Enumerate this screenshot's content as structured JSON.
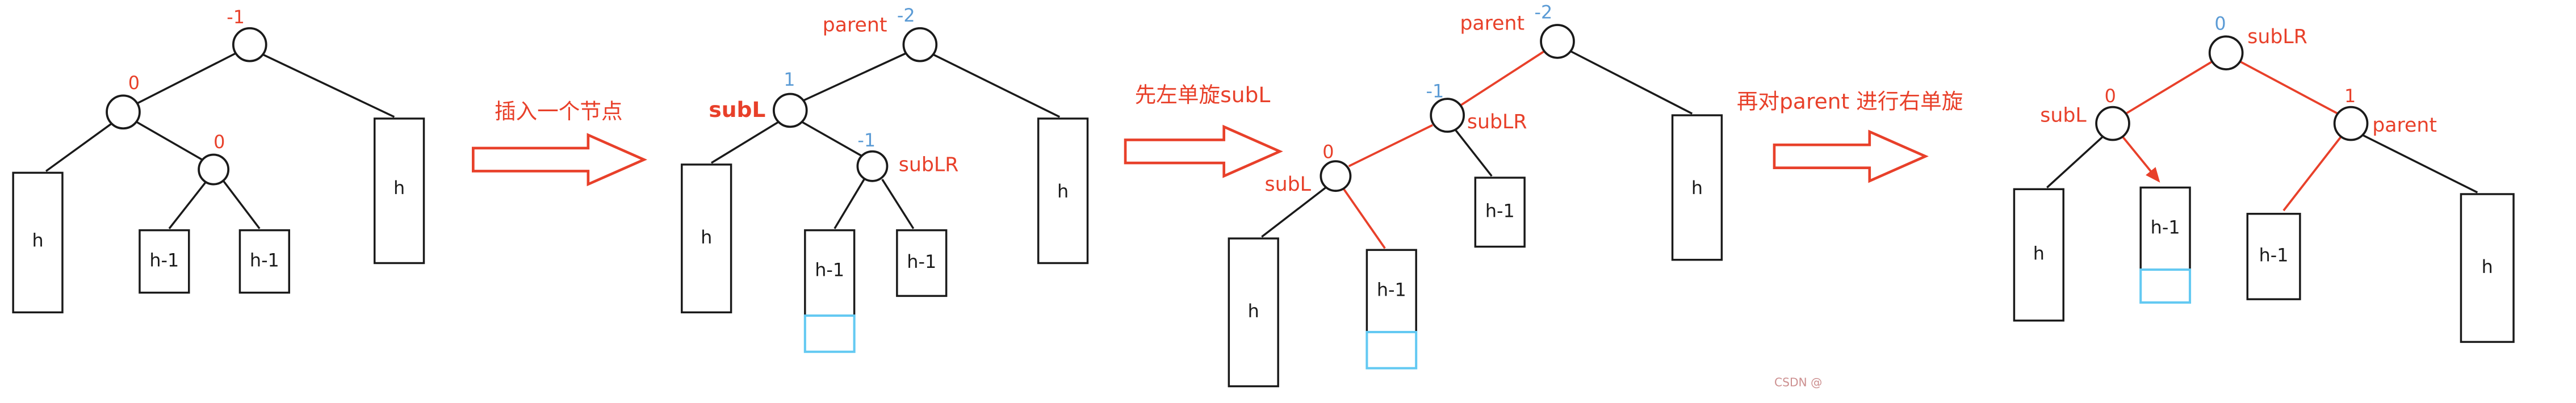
{
  "diagram": {
    "arrows": {
      "insert": "插入一个节点",
      "left_rotate": "先左单旋subL",
      "right_rotate": "再对parent 进行右单旋"
    },
    "tree1": {
      "root_bf": "-1",
      "left_bf": "0",
      "inner_bf": "0",
      "box_left": "h",
      "box_inner_left": "h-1",
      "box_inner_right": "h-1",
      "box_right": "h"
    },
    "tree2": {
      "parent_label": "parent",
      "parent_bf": "-2",
      "subl_label": "subL",
      "subl_bf": "1",
      "sublr_label": "subLR",
      "sublr_bf": "-1",
      "box_left": "h",
      "box_mid_left": "h-1",
      "box_mid_right": "h-1",
      "box_right": "h"
    },
    "tree3": {
      "parent_label": "parent",
      "parent_bf": "-2",
      "sublr_label": "subLR",
      "sublr_bf": "-1",
      "subl_label": "subL",
      "subl_bf": "0",
      "box_left": "h",
      "box_subl_right": "h-1",
      "box_sublr_right": "h-1",
      "box_right": "h"
    },
    "tree4": {
      "sublr_label": "subLR",
      "sublr_bf": "0",
      "subl_label": "subL",
      "subl_bf": "0",
      "parent_label": "parent",
      "parent_bf": "1",
      "box_left": "h",
      "box_subl_right": "h-1",
      "box_parent_left": "h-1",
      "box_right": "h"
    },
    "watermark": "CSDN @",
    "colors": {
      "red": "#e8402a",
      "blue": "#5b9bd5",
      "insert_blue": "#63c9f2",
      "black": "#1a1a1a",
      "background": "#ffffff"
    }
  }
}
